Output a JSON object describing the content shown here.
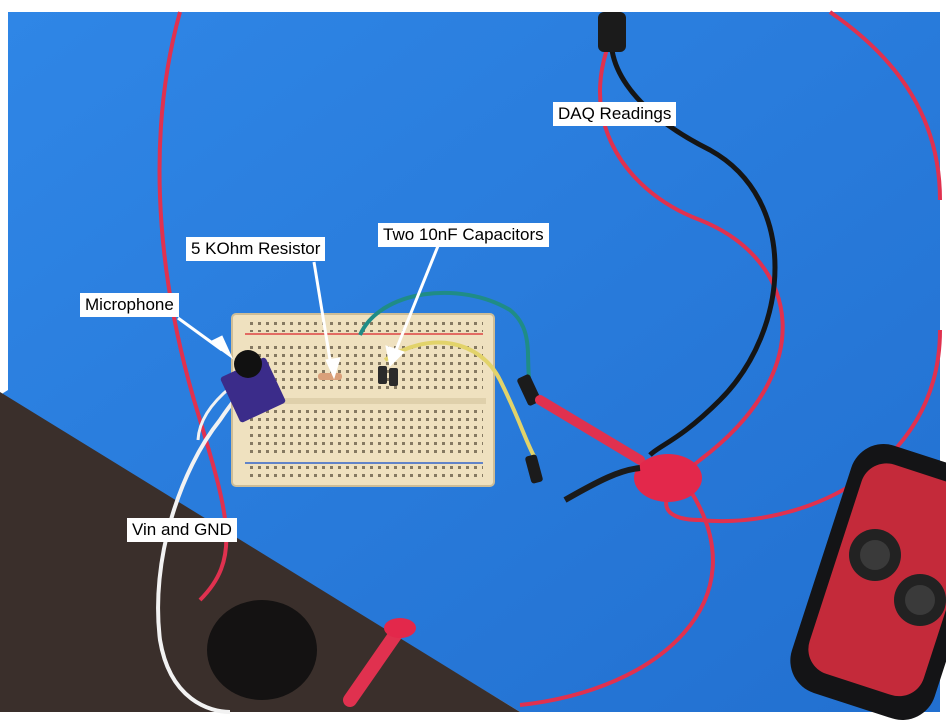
{
  "photo": {
    "labels": {
      "daq_readings": "DAQ Readings",
      "capacitors": "Two 10nF Capacitors",
      "resistor": "5 KOhm Resistor",
      "microphone": "Microphone",
      "vin_gnd": "Vin and GND"
    },
    "colors": {
      "table": "#2a7ee0",
      "floor": "#3a2f2b",
      "breadboard": "#efe1bf",
      "wire_red": "#e0314f",
      "wire_black": "#151515",
      "wire_teal": "#1f8c86",
      "wire_yellow": "#e2d36a",
      "wire_white": "#f2f2f2",
      "phone_case": "#c42a3a"
    }
  }
}
